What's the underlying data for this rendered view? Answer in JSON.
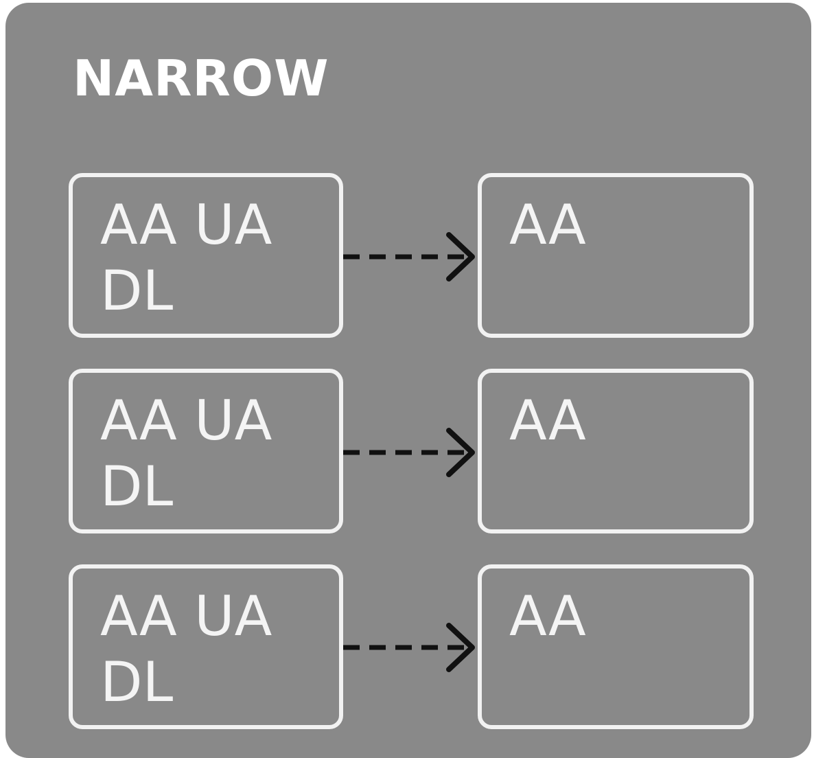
{
  "diagram": {
    "title": "NARROW",
    "rows": [
      {
        "source": "AA UA\nDL",
        "target": "AA"
      },
      {
        "source": "AA UA\nDL",
        "target": "AA"
      },
      {
        "source": "AA UA\nDL",
        "target": "AA"
      }
    ]
  },
  "colors": {
    "panel": "#898989",
    "box_border": "#f2f2f2",
    "text": "#ffffff",
    "arrow": "#111111"
  }
}
